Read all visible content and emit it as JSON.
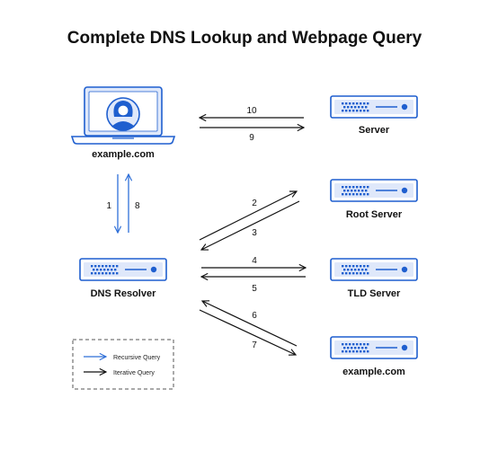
{
  "title": "Complete DNS Lookup and Webpage Query",
  "nodes": {
    "client": {
      "label": "example.com",
      "icon": "laptop-user-icon"
    },
    "server": {
      "label": "Server",
      "icon": "server-icon"
    },
    "root": {
      "label": "Root Server",
      "icon": "server-icon"
    },
    "resolver": {
      "label": "DNS Resolver",
      "icon": "server-icon"
    },
    "tld": {
      "label": "TLD Server",
      "icon": "server-icon"
    },
    "authoritative": {
      "label": "example.com",
      "icon": "server-icon"
    }
  },
  "steps": {
    "s1": "1",
    "s2": "2",
    "s3": "3",
    "s4": "4",
    "s5": "5",
    "s6": "6",
    "s7": "7",
    "s8": "8",
    "s9": "9",
    "s10": "10"
  },
  "legend": {
    "recursive": "Recursive Query",
    "iterative": "Iterative Query"
  },
  "colors": {
    "recursive": "#2f6fd8",
    "iterative": "#111111",
    "server_fill": "#dfe8fa",
    "server_stroke": "#1f5fcf",
    "accent": "#1f5fcf"
  }
}
